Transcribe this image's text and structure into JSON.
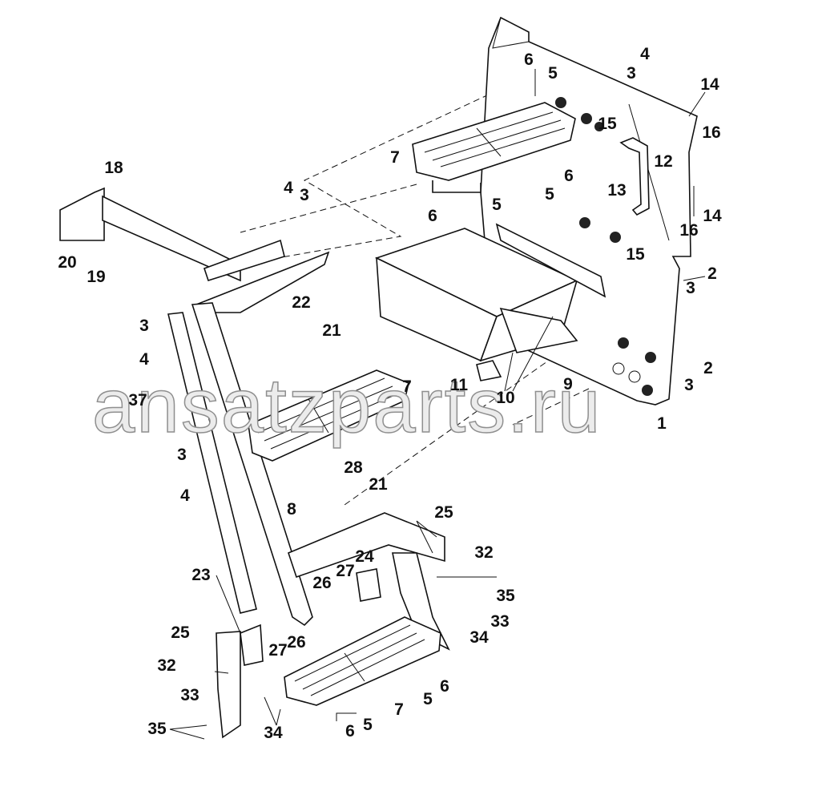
{
  "diagram": {
    "watermark": "ansatzparts.ru",
    "callouts": [
      "6",
      "5",
      "4",
      "3",
      "14",
      "16",
      "15",
      "7",
      "12",
      "6",
      "13",
      "5",
      "6",
      "5",
      "14",
      "16",
      "15",
      "18",
      "4",
      "3",
      "20",
      "19",
      "22",
      "21",
      "2",
      "3",
      "3",
      "4",
      "11",
      "10",
      "9",
      "2",
      "3",
      "37",
      "7",
      "1",
      "3",
      "4",
      "28",
      "21",
      "25",
      "8",
      "32",
      "24",
      "27",
      "26",
      "23",
      "35",
      "33",
      "34",
      "25",
      "27",
      "26",
      "32",
      "6",
      "5",
      "7",
      "33",
      "34",
      "35",
      "6",
      "5"
    ]
  }
}
